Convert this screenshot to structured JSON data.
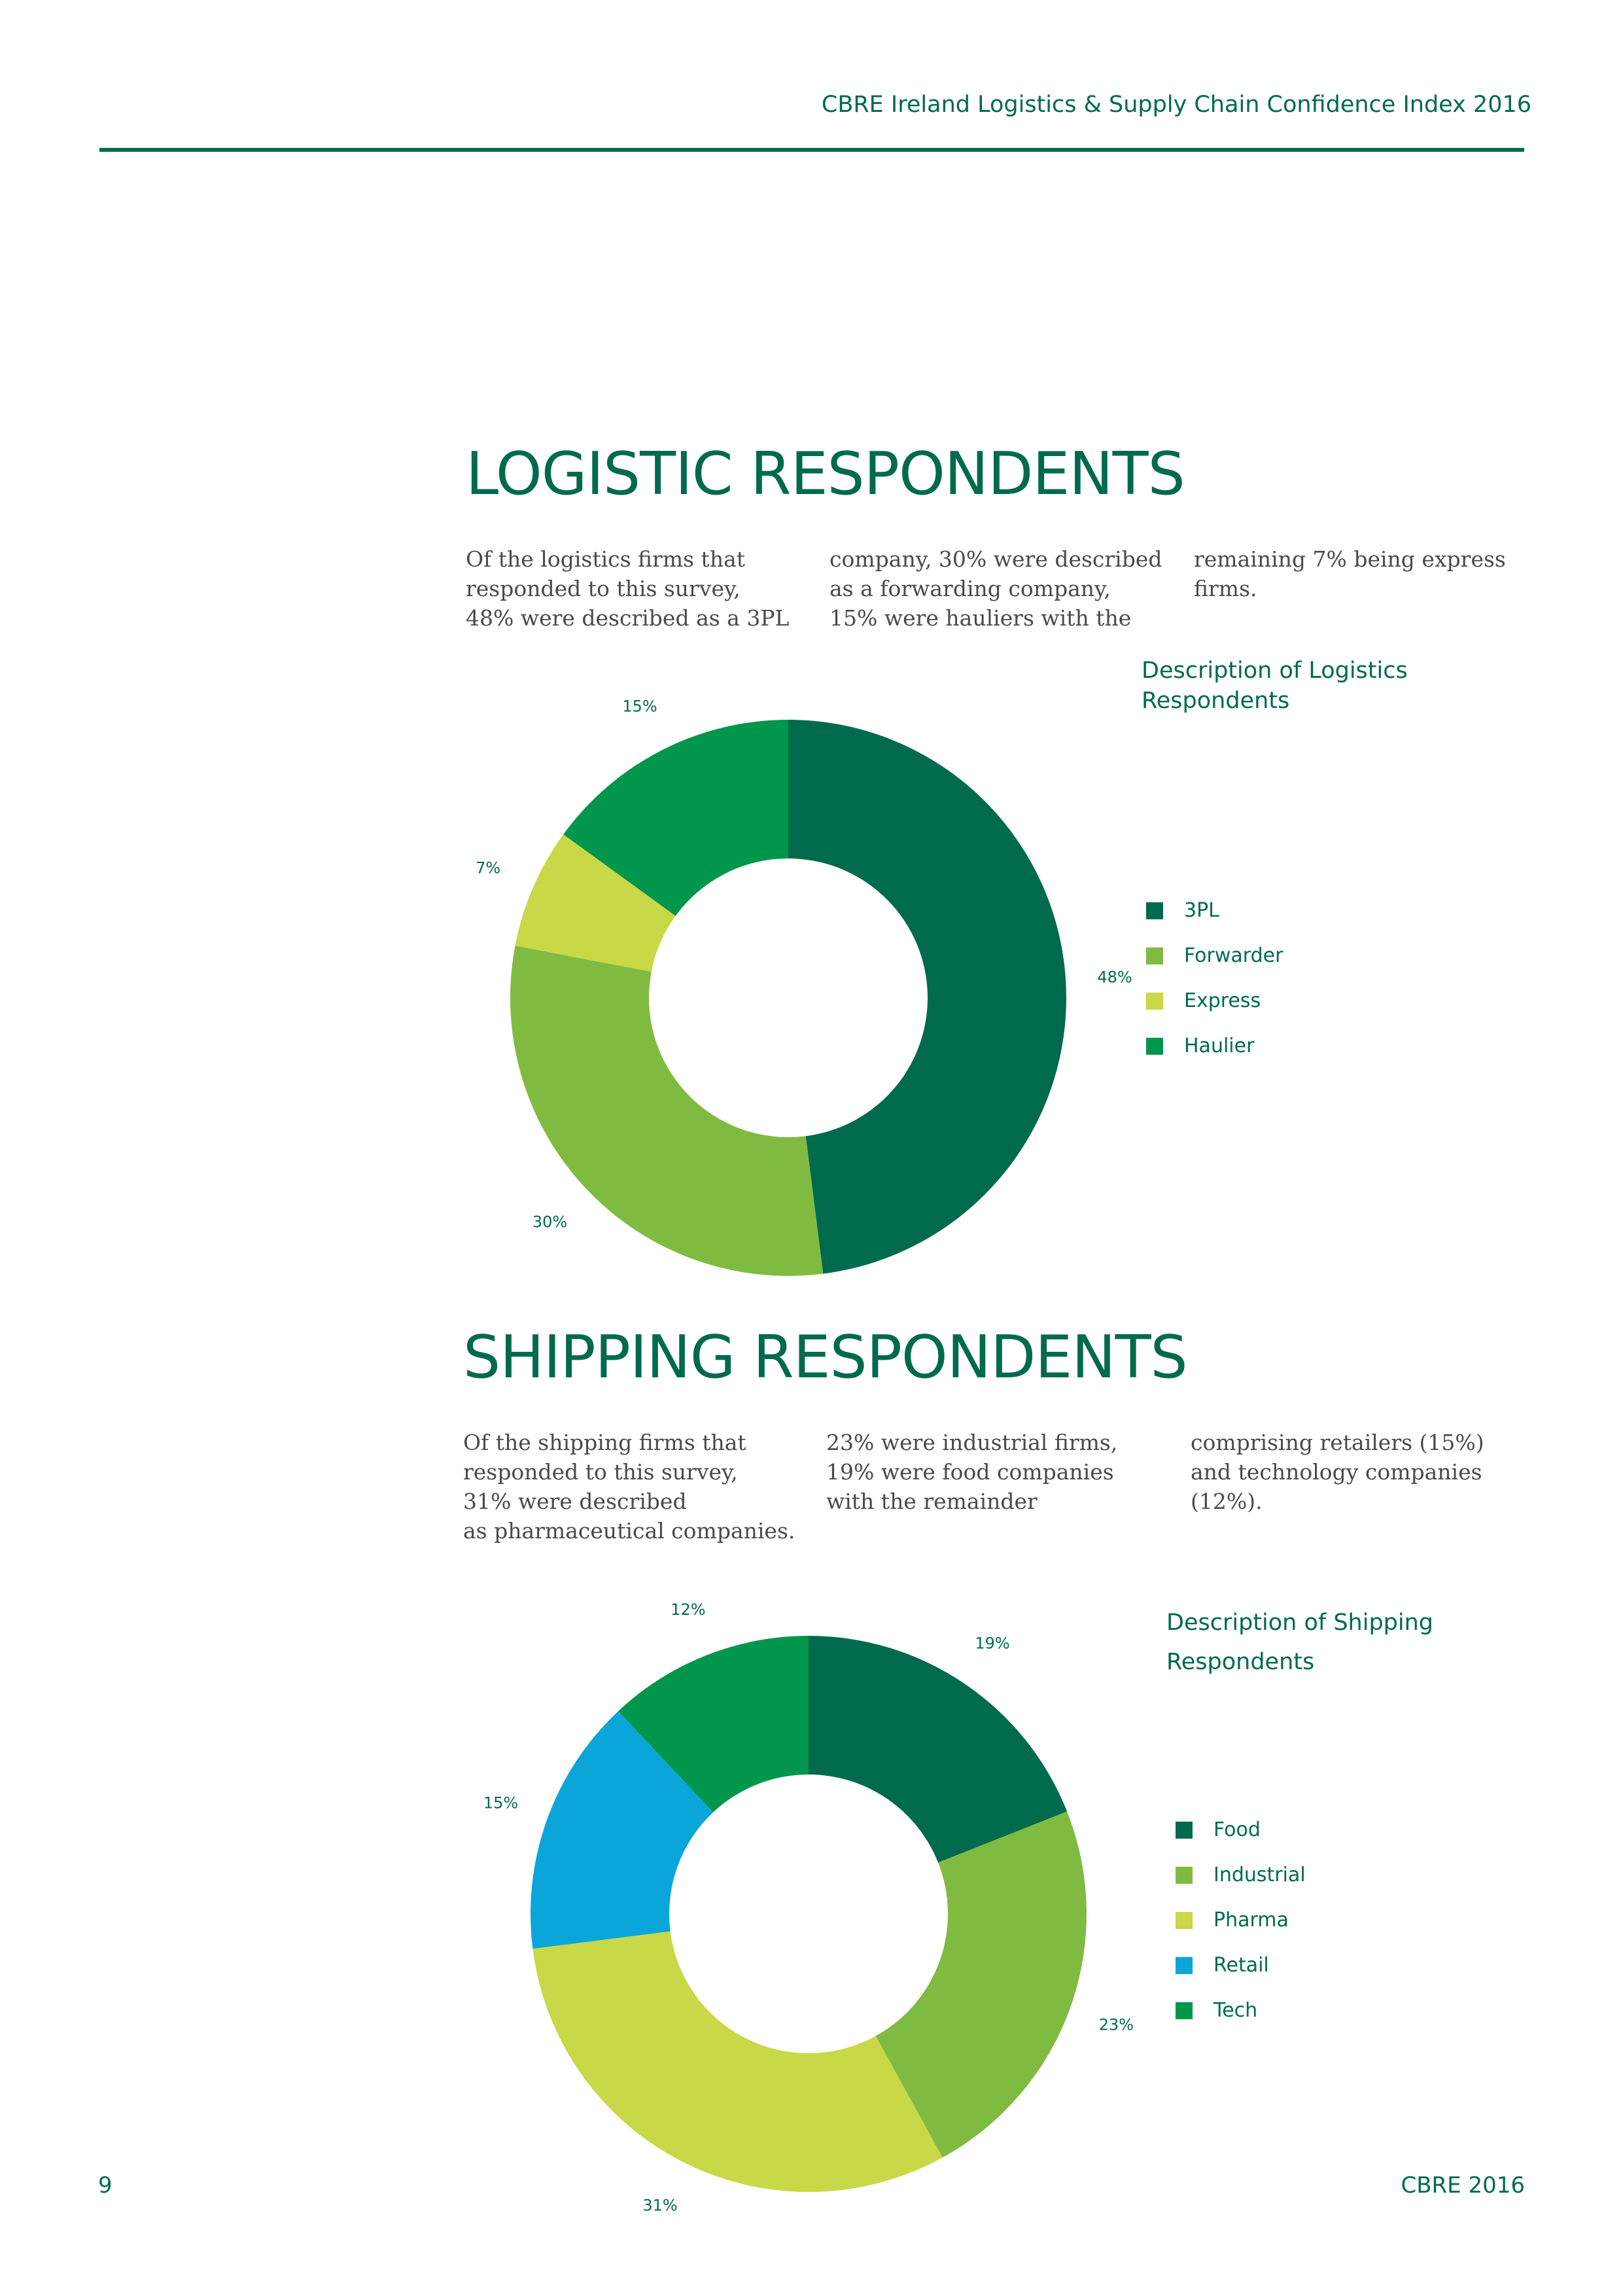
{
  "header": {
    "title": "CBRE Ireland Logistics & Supply Chain Confidence Index 2016"
  },
  "colors": {
    "dark_green": "#006a4d",
    "light_green": "#80bb41",
    "yellow_green": "#c8d846",
    "bright_green": "#00964b",
    "blue": "#0aa6da"
  },
  "logistic": {
    "title": "LOGISTIC RESPONDENTS",
    "text_columns": [
      "Of the logistics firms that\nresponded to this survey,\n48% were described as a 3PL",
      "company, 30% were described\nas a forwarding company,\n15% were hauliers with the",
      "remaining 7% being express\nfirms."
    ],
    "legend_title": "Description of Logistics Respondents"
  },
  "shipping": {
    "title": "SHIPPING RESPONDENTS",
    "text_columns": [
      "Of the shipping firms that\nresponded to this survey,\n31% were described\nas pharmaceutical companies.",
      "23% were industrial firms,\n19% were food companies\nwith the remainder",
      "comprising retailers (15%)\nand technology companies\n(12%)."
    ],
    "legend_title": "Description of Shipping Respondents"
  },
  "chart_data": [
    {
      "type": "pie",
      "title": "Description of Logistics Respondents",
      "categories": [
        "3PL",
        "Forwarder",
        "Express",
        "Haulier"
      ],
      "values": [
        48,
        30,
        7,
        15
      ],
      "order_clockwise_from_top": [
        "3PL",
        "Forwarder",
        "Express",
        "Haulier"
      ],
      "labels": [
        "48%",
        "30%",
        "7%",
        "15%"
      ],
      "colors": [
        "#006a4d",
        "#80bb41",
        "#c8d846",
        "#00964b"
      ],
      "donut": true,
      "legend_position": "right"
    },
    {
      "type": "pie",
      "title": "Description of Shipping Respondents",
      "categories": [
        "Food",
        "Industrial",
        "Pharma",
        "Retail",
        "Tech"
      ],
      "values": [
        19,
        23,
        31,
        15,
        12
      ],
      "order_clockwise_from_top": [
        "Food",
        "Industrial",
        "Pharma",
        "Retail",
        "Tech"
      ],
      "labels": [
        "19%",
        "23%",
        "31%",
        "15%",
        "12%"
      ],
      "colors": [
        "#006a4d",
        "#80bb41",
        "#c8d846",
        "#0aa6da",
        "#00964b"
      ],
      "donut": true,
      "legend_position": "right"
    }
  ],
  "footer": {
    "page_number": "9",
    "brand": "CBRE 2016"
  }
}
